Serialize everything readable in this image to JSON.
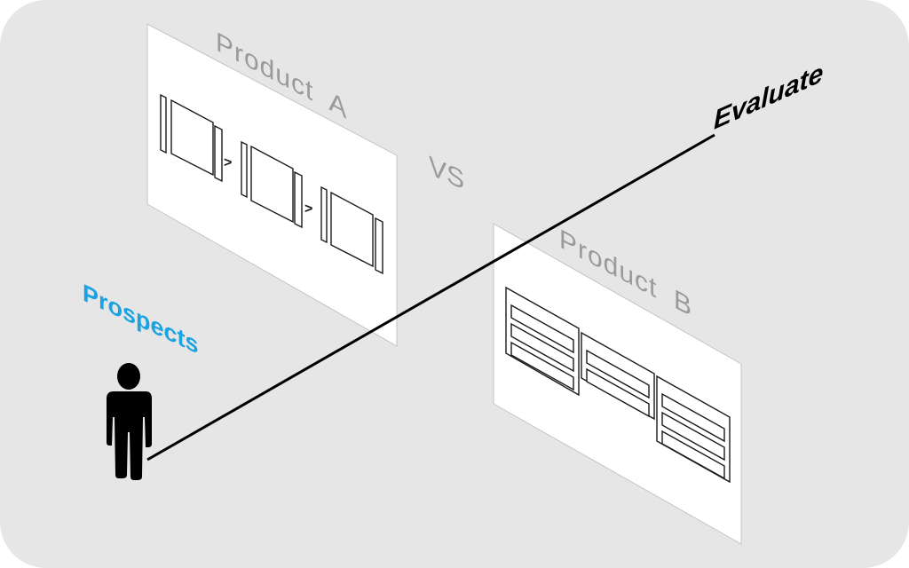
{
  "diagram": {
    "product_a_label": "Product  A",
    "product_b_label": "Product  B",
    "vs_label": "VS",
    "evaluate_label": "Evaluate",
    "prospects_label": "Prospects"
  },
  "colors": {
    "background": "#e6e6e6",
    "panel": "#ffffff",
    "product_label": "#9a9a9a",
    "prospects_label": "#1aa3e0",
    "line": "#000000"
  },
  "icons": {
    "prospect": "person-icon"
  }
}
